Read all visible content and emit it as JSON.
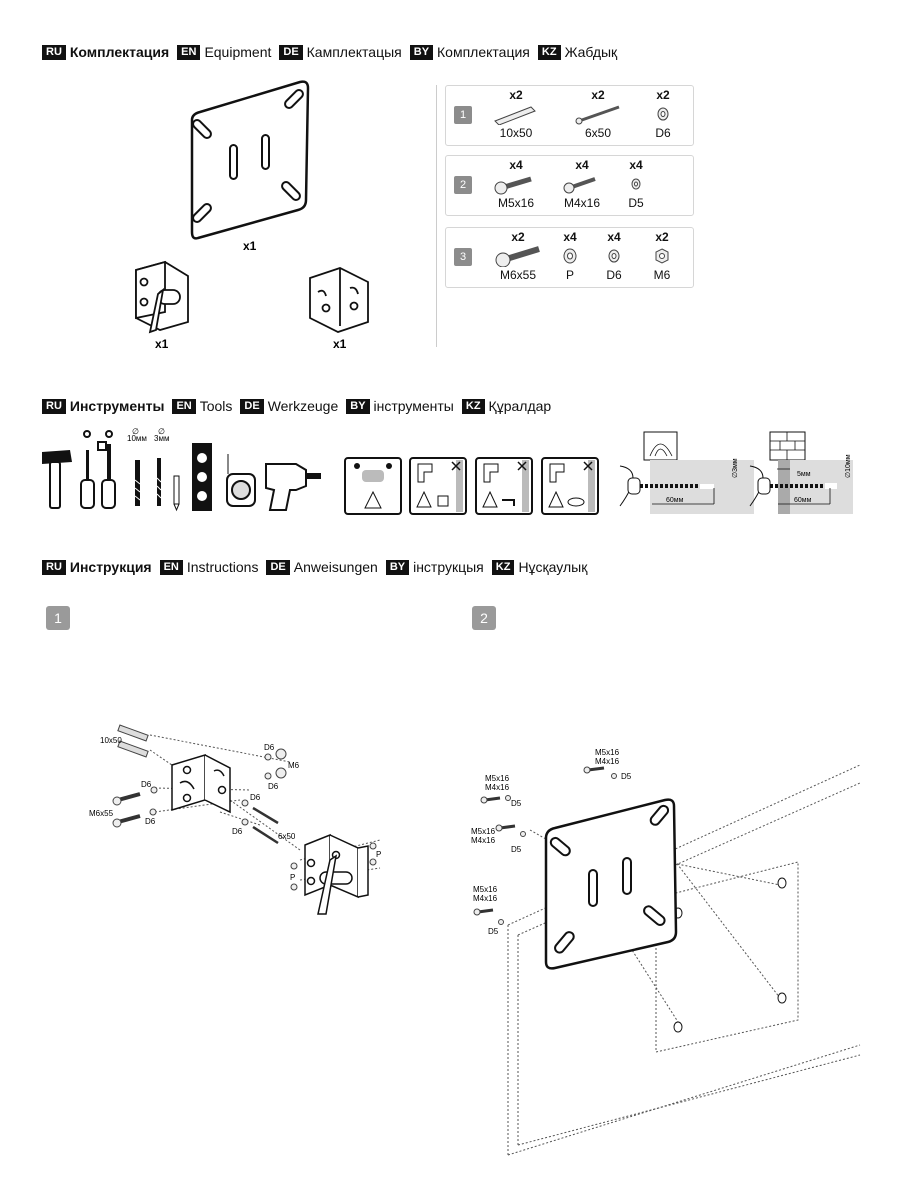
{
  "sections": {
    "equipment": [
      {
        "code": "RU",
        "label": "Комплектация"
      },
      {
        "code": "EN",
        "label": "Equipment"
      },
      {
        "code": "DE",
        "label": "Камплектацыя"
      },
      {
        "code": "BY",
        "label": "Комплектация"
      },
      {
        "code": "KZ",
        "label": "Жабдық"
      }
    ],
    "tools": [
      {
        "code": "RU",
        "label": "Инструменты"
      },
      {
        "code": "EN",
        "label": "Tools"
      },
      {
        "code": "DE",
        "label": "Werkzeuge"
      },
      {
        "code": "BY",
        "label": "інструменты"
      },
      {
        "code": "KZ",
        "label": "Құралдар"
      }
    ],
    "instructions": [
      {
        "code": "RU",
        "label": "Инструкция"
      },
      {
        "code": "EN",
        "label": "Instructions"
      },
      {
        "code": "DE",
        "label": "Anweisungen"
      },
      {
        "code": "BY",
        "label": "інструкцыя"
      },
      {
        "code": "KZ",
        "label": "Нұсқаулық"
      }
    ]
  },
  "equipment_main": {
    "plate_qty": "x1",
    "bracket_a_qty": "x1",
    "bracket_b_qty": "x1"
  },
  "parts": [
    {
      "num": "1",
      "items": [
        {
          "qty": "x2",
          "name": "10x50"
        },
        {
          "qty": "x2",
          "name": "6x50"
        },
        {
          "qty": "x2",
          "name": "D6"
        }
      ]
    },
    {
      "num": "2",
      "items": [
        {
          "qty": "x4",
          "name": "M5x16"
        },
        {
          "qty": "x4",
          "name": "M4x16"
        },
        {
          "qty": "x4",
          "name": "D5"
        }
      ]
    },
    {
      "num": "3",
      "items": [
        {
          "qty": "x2",
          "name": "M6x55"
        },
        {
          "qty": "x4",
          "name": "P"
        },
        {
          "qty": "x4",
          "name": "D6"
        },
        {
          "qty": "x2",
          "name": "M6"
        }
      ]
    }
  ],
  "tools": {
    "drill_bit_1": "10мм",
    "drill_bit_2": "3мм",
    "diameter_symbol": "∅",
    "wood": {
      "depth": "60мм",
      "diameter": "∅3мм"
    },
    "brick": {
      "depth": "60мм",
      "diameter": "∅10мм",
      "plaster": "5мм"
    }
  },
  "steps": [
    {
      "num": "1",
      "labels": {
        "anchor": "10x50",
        "d6": "D6",
        "m6": "M6",
        "m6x55": "M6x55",
        "screw": "6x50",
        "p": "P"
      }
    },
    {
      "num": "2",
      "labels": {
        "m5": "M5x16",
        "m4": "M4x16",
        "d5": "D5"
      }
    }
  ]
}
